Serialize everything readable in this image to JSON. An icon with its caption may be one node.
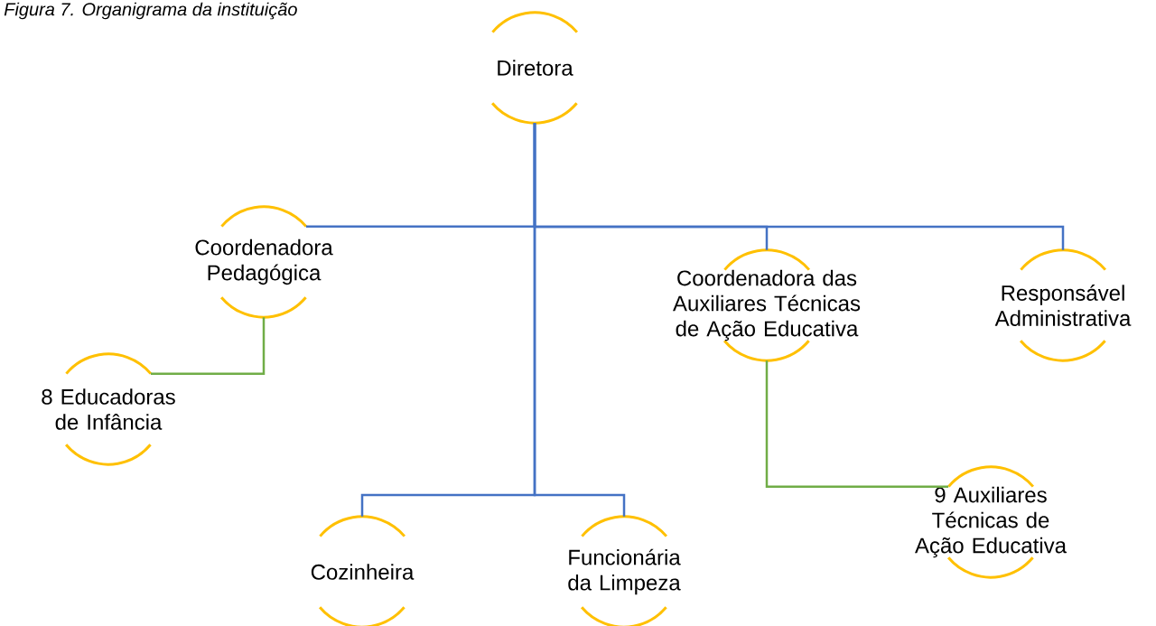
{
  "diagram": {
    "title": "Figura 7. Organigrama da instituição",
    "nodes": [
      {
        "text": [
          "Diretora"
        ]
      },
      {
        "text": [
          "Coordenadora Pedagógica"
        ]
      },
      {
        "text": [
          "8 Educadoras de Infância"
        ]
      },
      {
        "text": [
          "Coordenadora das Auxiliares Técnicas de Ação Educativa"
        ]
      },
      {
        "text": [
          "Responsável Administrativa"
        ]
      },
      {
        "text": [
          "9 Auxiliares Técnicas de Ação Educativa"
        ]
      },
      {
        "text": [
          "Cozinheira"
        ]
      },
      {
        "text": [
          "Funcionária da Limpeza"
        ]
      }
    ],
    "edges": [
      {
        "from": 0,
        "to": 1,
        "arrow": "none"
      },
      {
        "from": 0,
        "to": 3,
        "arrow": "none"
      },
      {
        "from": 0,
        "to": 4,
        "arrow": "none"
      },
      {
        "from": 0,
        "to": 6,
        "arrow": "none"
      },
      {
        "from": 0,
        "to": 7,
        "arrow": "none"
      },
      {
        "from": 1,
        "to": 2,
        "arrow": "none",
        "color": "#70ad47"
      },
      {
        "from": 3,
        "to": 5,
        "arrow": "none",
        "color": "#70ad47"
      }
    ]
  }
}
